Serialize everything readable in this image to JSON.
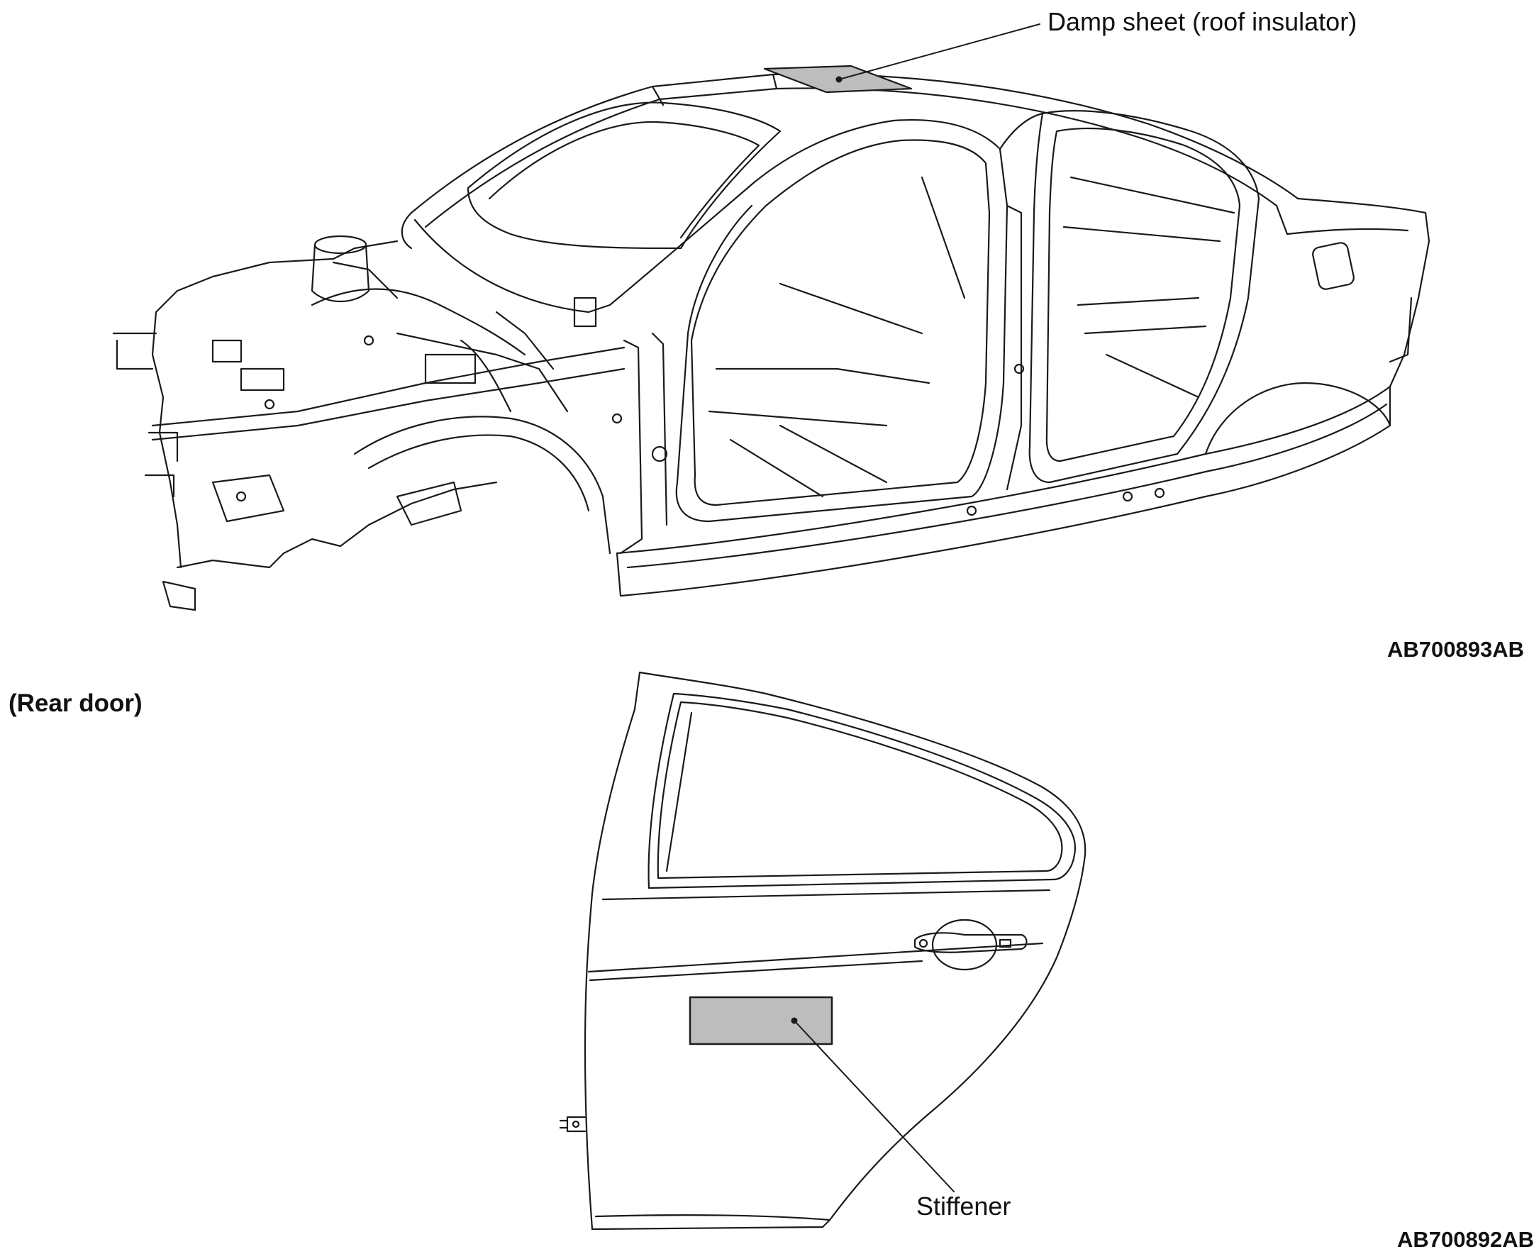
{
  "figure_top": {
    "callout_label": "Damp sheet (roof insulator)",
    "figure_code": "AB700893AB"
  },
  "figure_bottom": {
    "section_title": "(Rear door)",
    "callout_label": "Stiffener",
    "figure_code": "AB700892AB"
  },
  "colors": {
    "line": "#1a1a1a",
    "highlight_fill": "#bdbdbd",
    "background": "#ffffff"
  }
}
